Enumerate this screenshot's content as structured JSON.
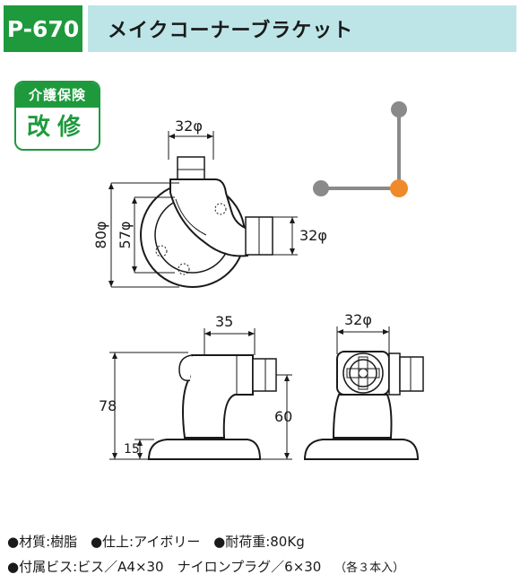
{
  "header": {
    "code": "P-670",
    "title": "メイクコーナーブラケット"
  },
  "badge": {
    "top": "介護保険",
    "bottom": "改修"
  },
  "dimensions": {
    "top_diameter": "32φ",
    "side_diameter": "32φ",
    "outer_diameter": "80φ",
    "inner_diameter": "57φ",
    "width": "35",
    "height_total": "78",
    "height_center": "60",
    "base_height": "15",
    "front_diameter": "32φ"
  },
  "specs": {
    "material": "●材質:樹脂",
    "finish": "●仕上:アイボリー",
    "load": "●耐荷重:80Kg",
    "accessories": "●付属ビス:ビス／A4×30　ナイロンプラグ／6×30",
    "quantity_note": "（各３本入）"
  },
  "colors": {
    "header_green": "#1e9a3d",
    "title_bg": "#bde5e8",
    "joint_orange": "#ef8a2a",
    "pipe_gray": "#8a8a8a"
  }
}
